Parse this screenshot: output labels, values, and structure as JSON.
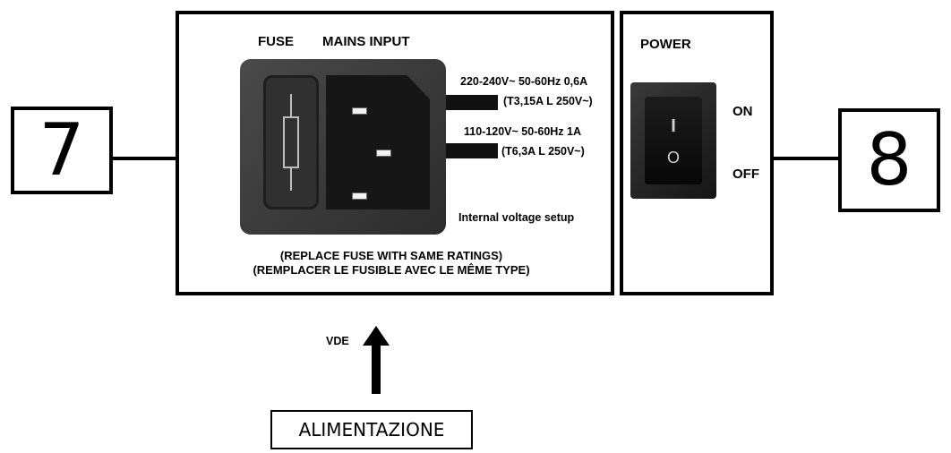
{
  "callouts": {
    "left_number": "7",
    "right_number": "8"
  },
  "panel": {
    "fuse_label": "FUSE",
    "mains_label": "MAINS INPUT",
    "rating_1_line1": "220-240V~ 50-60Hz 0,6A",
    "rating_1_line2": "(T3,15A L 250V~)",
    "rating_2_line1": "110-120V~ 50-60Hz 1A",
    "rating_2_line2": "(T6,3A L 250V~)",
    "voltage_setup": "Internal voltage setup",
    "note_en": "(REPLACE FUSE WITH SAME RATINGS)",
    "note_fr": "(REMPLACER LE FUSIBLE AVEC LE MÊME TYPE)"
  },
  "power": {
    "title": "POWER",
    "on": "ON",
    "off": "OFF",
    "switch_on_symbol": "I",
    "switch_off_symbol": "O"
  },
  "input": {
    "arrow_label": "VDE",
    "caption": "ALIMENTAZIONE"
  },
  "icons": {
    "arrow": "up-arrow-icon",
    "fuse": "fuse-icon",
    "switch": "rocker-switch-icon"
  },
  "colors": {
    "line": "#000000",
    "background": "#ffffff",
    "socket_dark": "#161616",
    "socket_body": "#3a3a3a"
  }
}
